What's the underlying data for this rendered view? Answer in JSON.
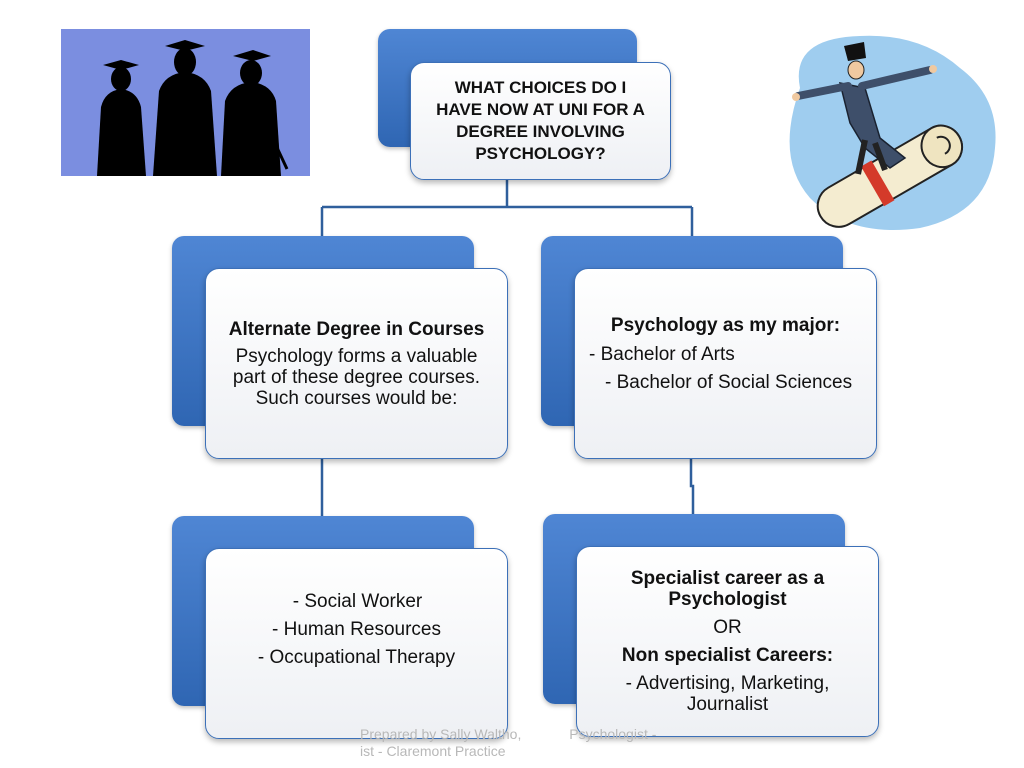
{
  "diagram": {
    "root": {
      "lines": [
        "WHAT CHOICES DO I",
        "HAVE NOW AT UNI FOR A",
        "DEGREE INVOLVING",
        "PSYCHOLOGY?"
      ]
    },
    "alternate_degree": {
      "title": "Alternate Degree in Courses",
      "body": [
        "Psychology forms a valuable",
        "part of these degree courses.",
        "Such courses would be:"
      ]
    },
    "psychology_major": {
      "title": "Psychology as my major:",
      "items": [
        "- Bachelor of Arts",
        "- Bachelor of Social Sciences"
      ]
    },
    "courses_list": {
      "items": [
        "- Social Worker",
        "- Human Resources",
        "- Occupational Therapy"
      ]
    },
    "careers": {
      "title_lines": [
        "Specialist career as a",
        "Psychologist"
      ],
      "or": "OR",
      "non_specialist": "Non specialist Careers:",
      "examples": [
        "- Advertising, Marketing,",
        "Journalist"
      ]
    }
  },
  "footer": {
    "line1": "Prepared by Sally Waltho,",
    "line1_right": "Psychologist -",
    "line2": "ist -  Claremont Practice"
  },
  "images": {
    "left": "graduates-silhouette",
    "right": "graduate-surfing-diploma-clipart"
  },
  "colors": {
    "box_blue": "#3f78c6",
    "connector": "#2f5f9c",
    "box_border": "#3c70b8",
    "photo_background": "#7b8ee0",
    "clipart_background": "#9fcdef"
  }
}
